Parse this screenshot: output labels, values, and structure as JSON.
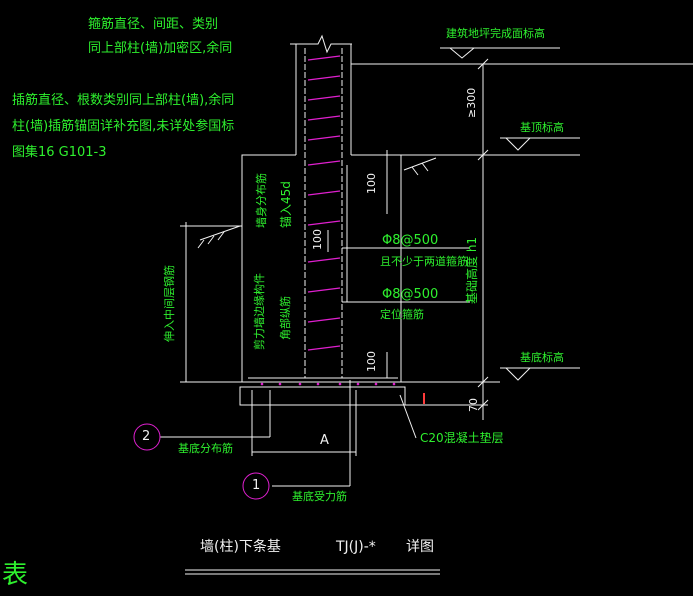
{
  "notes": {
    "stirrup_line1": "箍筋直径、间距、类别",
    "stirrup_line2": "同上部柱(墙)加密区,余同",
    "dowel_line1": "插筋直径、根数类别同上部柱(墙),余同",
    "dowel_line2": "柱(墙)插筋锚固详补充图,未详处参国标",
    "dowel_line3": "图集16 G101-3"
  },
  "elevations": {
    "finished_ground": "建筑地坪完成面标高",
    "foundation_top": "基顶标高",
    "foundation_bottom": "基底标高"
  },
  "dims": {
    "min_300": "≥300",
    "d100_top": "100",
    "d100_mid": "100",
    "d100_bot": "100",
    "cover_70": "70",
    "height": "基础高度 h1",
    "width": "A"
  },
  "vertical_labels": {
    "wall_dist": "墙身分布筋",
    "anchor_45d": "锚入45d",
    "wall_edge": "剪力墙边缘构件",
    "corner_bar": "角部纵筋",
    "extend": "伸入中间层钢筋"
  },
  "rebar": {
    "spec1": "Φ8@500",
    "spec1_note": "且不少于两道箍筋",
    "spec2": "Φ8@500",
    "spec2_note": "定位箍筋"
  },
  "callouts": {
    "one": "1",
    "two": "2",
    "dist_bar": "基底分布筋",
    "main_bar": "基底受力筋",
    "cushion": "C20混凝土垫层"
  },
  "title": {
    "name": "墙(柱)下条基",
    "code": "TJ(J)-*",
    "suffix": "详图"
  },
  "corner_char": "表",
  "colors": {
    "background": "#000000",
    "text": "#2ef02e",
    "line": "#f2f2f2",
    "stirrup": "#e020d0",
    "marker": "#ff3b3b"
  }
}
